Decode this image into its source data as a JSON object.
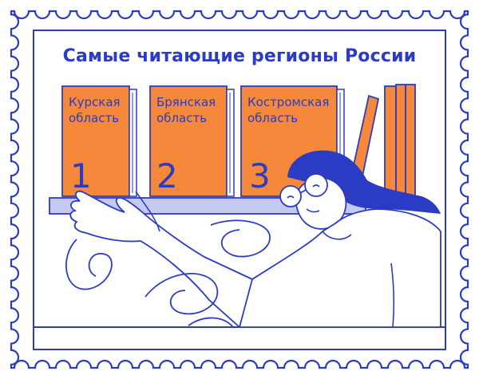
{
  "title": "Самые читающие регионы России",
  "colors": {
    "ink": "#2b3cc4",
    "book": "#f5883a",
    "shelf": "#c5c9f2",
    "paper": "#ffffff"
  },
  "books": [
    {
      "rank": "1",
      "label": "Курская\nобласть"
    },
    {
      "rank": "2",
      "label": "Брянская\nобласть"
    },
    {
      "rank": "3",
      "label": "Костромская\nобласть"
    }
  ]
}
